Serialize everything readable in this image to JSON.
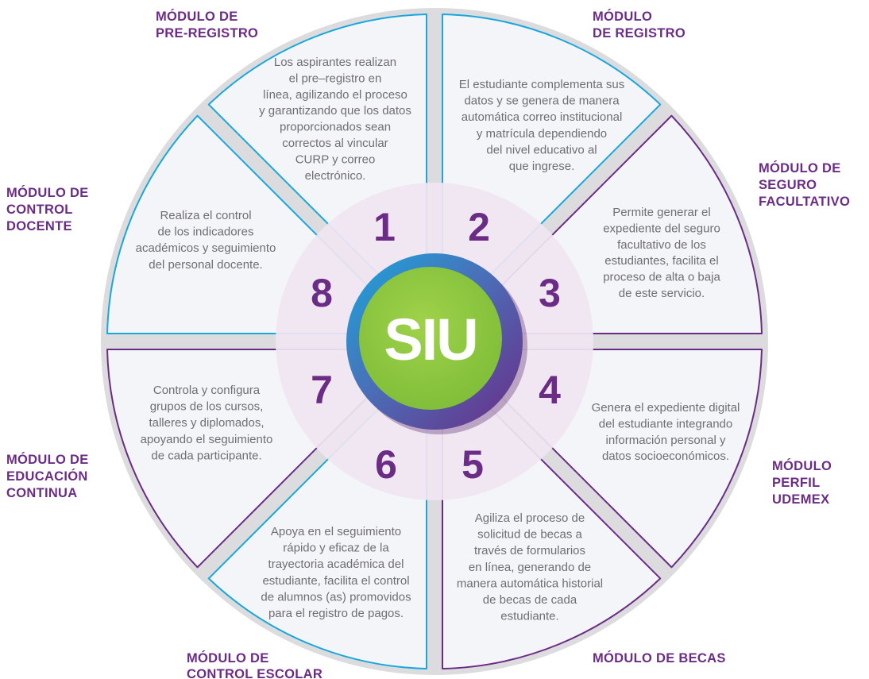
{
  "center_label": "SIU",
  "colors": {
    "purple": "#6b2c86",
    "cyan": "#1aa7dc",
    "green": "#8cc63f",
    "panel_fill": "#f4f5f9",
    "gap": "#dcdcdf",
    "ring": "#efe5f1",
    "text": "#6f6f73"
  },
  "modules": [
    {
      "number": "1",
      "title": [
        "MÓDULO DE",
        "PRE-REGISTRO"
      ],
      "description": [
        "Los aspirantes realizan",
        "el pre–registro en",
        "línea, agilizando el proceso",
        "y garantizando que los datos",
        "proporcionados sean",
        "correctos al vincular",
        "CURP y correo",
        "electrónico."
      ]
    },
    {
      "number": "2",
      "title": [
        "MÓDULO",
        "DE REGISTRO"
      ],
      "description": [
        "El estudiante complementa sus",
        "datos y se genera de manera",
        "automática correo institucional",
        "y matrícula dependiendo",
        "del nivel educativo al",
        "que ingrese."
      ]
    },
    {
      "number": "3",
      "title": [
        "MÓDULO DE",
        "SEGURO",
        "FACULTATIVO"
      ],
      "description": [
        "Permite generar el",
        "expediente del seguro",
        "facultativo de los",
        "estudiantes, facilita el",
        "proceso de alta o baja",
        "de este servicio."
      ]
    },
    {
      "number": "4",
      "title": [
        "MÓDULO",
        "PERFIL",
        "UDEMEX"
      ],
      "description": [
        "Genera el expediente digital",
        "del estudiante integrando",
        "información personal y",
        "datos socioeconómicos."
      ]
    },
    {
      "number": "5",
      "title": [
        "MÓDULO DE BECAS"
      ],
      "description": [
        "Agiliza el proceso de",
        "solicitud de becas a",
        "través de formularios",
        "en línea, generando de",
        "manera automática historial",
        "de becas de cada",
        "estudiante."
      ]
    },
    {
      "number": "6",
      "title": [
        "MÓDULO DE",
        "CONTROL ESCOLAR"
      ],
      "description": [
        "Apoya en el seguimiento",
        "rápido y eficaz de la",
        "trayectoria académica del",
        "estudiante, facilita el control",
        "de alumnos (as) promovidos",
        "para el registro de pagos."
      ]
    },
    {
      "number": "7",
      "title": [
        "MÓDULO DE",
        "EDUCACIÓN",
        "CONTINUA"
      ],
      "description": [
        "Controla y configura",
        "grupos de los cursos,",
        "talleres y diplomados,",
        "apoyando el seguimiento",
        "de cada participante."
      ]
    },
    {
      "number": "8",
      "title": [
        "MÓDULO DE",
        "CONTROL",
        "DOCENTE"
      ],
      "description": [
        "Realiza el control",
        "de los indicadores",
        "académicos y seguimiento",
        "del personal docente."
      ]
    }
  ]
}
